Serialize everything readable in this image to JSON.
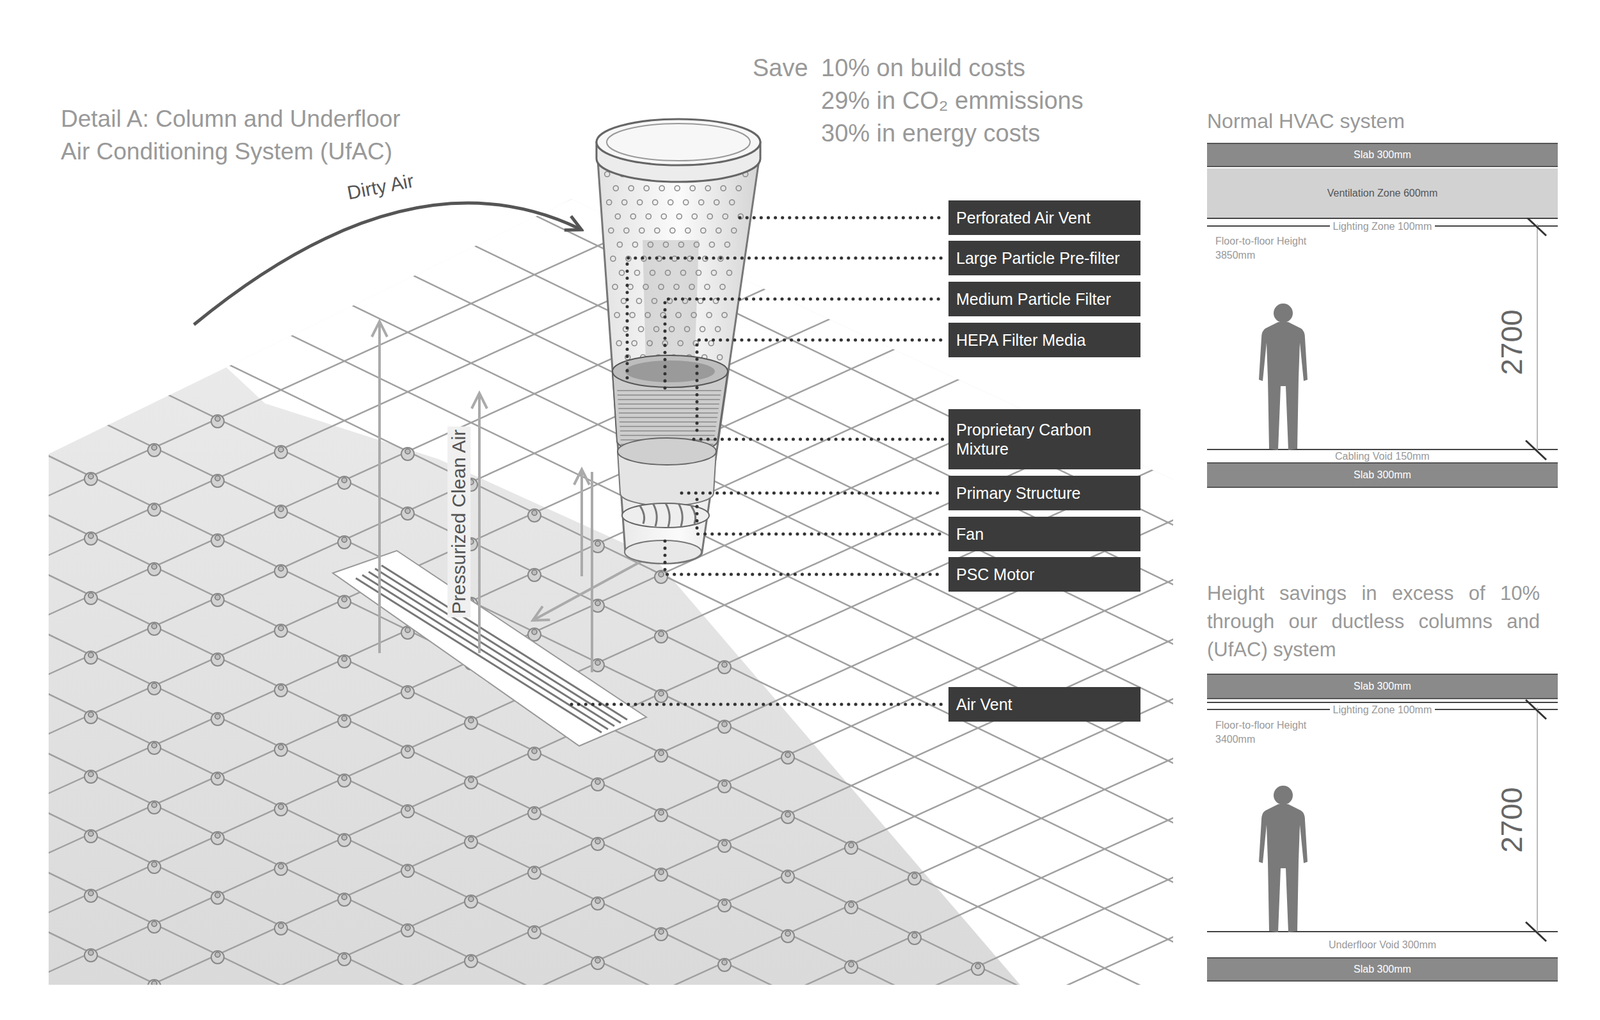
{
  "diagram": {
    "title": "Detail A: Column and Underfloor Air Conditioning System (UfAC)",
    "nodes": [
      {
        "text": [
          "Perforated Air Vent"
        ]
      },
      {
        "text": [
          "Large Particle Pre-filter"
        ]
      },
      {
        "text": [
          "Medium Particle Filter"
        ]
      },
      {
        "text": [
          "HEPA Filter Media"
        ]
      },
      {
        "text": [
          "Proprietary Carbon Mixture"
        ]
      },
      {
        "text": [
          "Primary Structure"
        ]
      },
      {
        "text": [
          "Fan"
        ]
      },
      {
        "text": [
          "PSC Motor"
        ]
      },
      {
        "text": [
          "Air Vent"
        ]
      },
      {
        "text": [
          "Slab 300mm"
        ]
      },
      {
        "text": [
          "Ventilation Zone 600mm"
        ]
      },
      {
        "text": [
          "Slab 300mm"
        ]
      },
      {
        "text": [
          "Slab 300mm"
        ]
      },
      {
        "text": [
          "Slab 300mm"
        ]
      }
    ],
    "labels": [
      "Save",
      "10% on build costs",
      "29% in CO₂ emmissions",
      "30% in energy costs",
      "Dirty Air",
      "Pressurized Clean Air",
      "Normal HVAC system",
      "Lighting Zone 100mm",
      "Floor-to-floor Height 3850mm",
      "2700",
      "Cabling Void 150mm",
      "Height savings in excess of 10% through our ductless columns and (UfAC) system",
      "Lighting Zone 100mm",
      "Floor-to-floor Height 3400mm",
      "2700",
      "Underfloor Void 300mm"
    ]
  }
}
